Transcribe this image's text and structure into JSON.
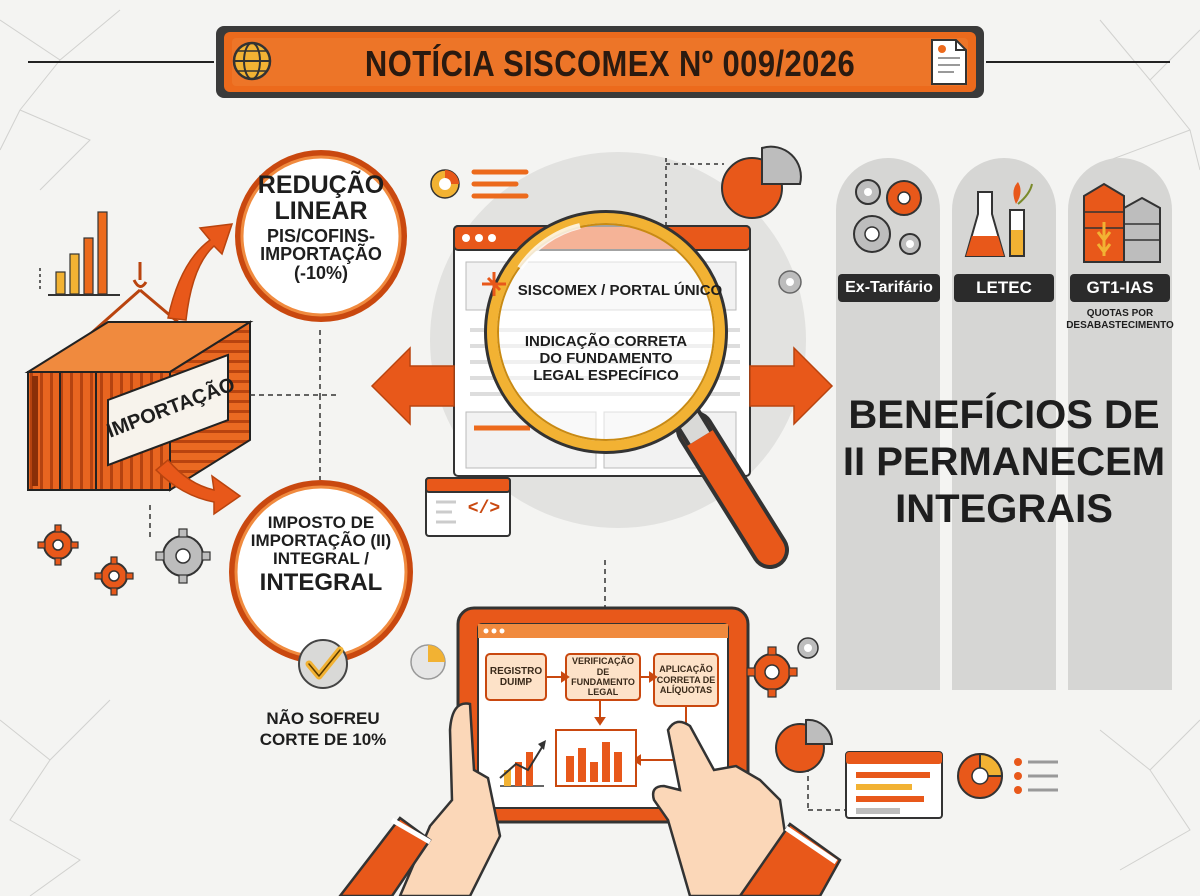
{
  "banner": {
    "title": "NOTÍCIA SISCOMEX Nº 009/2026"
  },
  "left": {
    "container_label": "IMPORTAÇÃO",
    "top_circle": {
      "line1": "REDUÇÃO",
      "line2": "LINEAR",
      "line3": "PIS/COFINS-",
      "line4": "IMPORTAÇÃO",
      "line5": "(-10%)"
    },
    "bottom_circle": {
      "line1": "IMPOSTO DE",
      "line2": "IMPORTAÇÃO (II)",
      "line3": "INTEGRAL /",
      "line4": "INTEGRAL"
    },
    "caption_line1": "NÃO SOFREU",
    "caption_line2": "CORTE DE 10%"
  },
  "center": {
    "portal_label": "SISCOMEX / PORTAL ÚNICO",
    "lens_line1": "INDICAÇÃO CORRETA",
    "lens_line2": "DO FUNDAMENTO",
    "lens_line3": "LEGAL ESPECÍFICO",
    "code_symbol": "</>"
  },
  "tablet": {
    "step1_line1": "REGISTRO",
    "step1_line2": "DUIMP",
    "step2_line1": "VERIFICAÇÃO DE",
    "step2_line2": "FUNDAMENTO",
    "step2_line3": "LEGAL",
    "step3_line1": "APLICAÇÃO",
    "step3_line2": "CORRETA DE",
    "step3_line3": "ALÍQUOTAS"
  },
  "right": {
    "pill1": "Ex-Tarifário",
    "pill2": "LETEC",
    "pill3": "GT1-IAS",
    "pill3_sub_line1": "QUOTAS POR",
    "pill3_sub_line2": "DESABASTECIMENTO",
    "headline_line1": "BENEFÍCIOS DE",
    "headline_line2": "II PERMANECEM",
    "headline_line3": "INTEGRAIS"
  },
  "colors": {
    "orange": "#ec6a1c",
    "orange_dark": "#c9480f",
    "yellow": "#f2b233",
    "ink": "#1e1e1e",
    "panel": "#d6d6d4"
  }
}
